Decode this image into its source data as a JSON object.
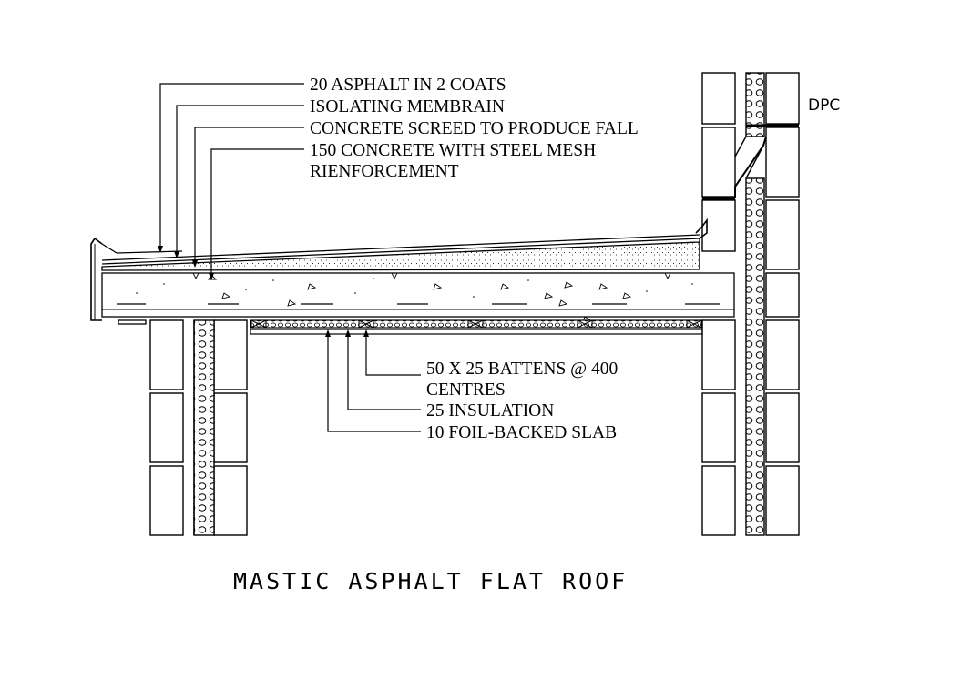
{
  "title": "MASTIC ASPHALT FLAT ROOF",
  "callouts_top": [
    "20 ASPHALT IN 2 COATS",
    "ISOLATING MEMBRAIN",
    "CONCRETE SCREED TO PRODUCE FALL",
    "150 CONCRETE WITH STEEL MESH",
    "RIENFORCEMENT"
  ],
  "callouts_bottom": [
    "50 X 25 BATTENS @ 400",
    "CENTRES",
    "25 INSULATION",
    "10 FOIL-BACKED SLAB"
  ],
  "dpc_label": "DPC",
  "colors": {
    "line": "#000000",
    "background": "#ffffff"
  }
}
